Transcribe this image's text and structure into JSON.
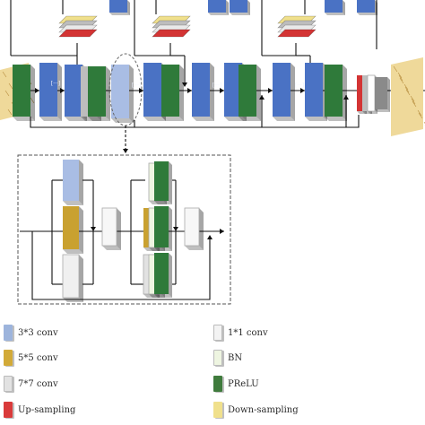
{
  "legend": {
    "conv3": {
      "label": "3*3 conv",
      "color": "#9db4dc"
    },
    "conv5": {
      "label": "5*5 conv",
      "color": "#d2aa38"
    },
    "conv7": {
      "label": "7*7 conv",
      "color": "#e2e2e2"
    },
    "upsampling": {
      "label": "Up-sampling",
      "color": "#d93a3a"
    },
    "conv1": {
      "label": "1*1 conv",
      "color": "#f3f3f3"
    },
    "bn": {
      "label": "BN",
      "color": "#eef5e1"
    },
    "prelu": {
      "label": "PReLU",
      "color": "#3f7b3d"
    },
    "downsampling": {
      "label": "Down-sampling",
      "color": "#f0e08c"
    }
  },
  "diagram": {
    "ellipsis": "[···]",
    "colors": {
      "blue": "#4a72c4",
      "green": "#2f7a3a",
      "light_blue": "#a9bde4",
      "gold": "#c9a130",
      "red": "#d33434",
      "grey": "#bdbdbd",
      "texture": "#efd99a"
    }
  }
}
